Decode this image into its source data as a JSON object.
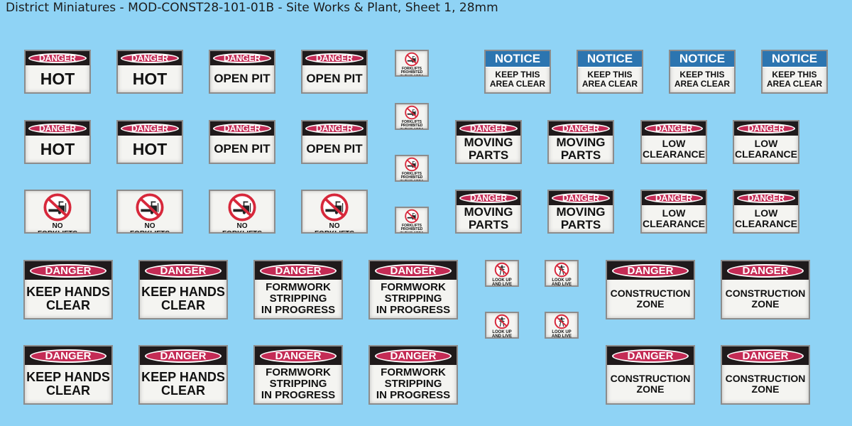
{
  "title": "District Miniatures - MOD-CONST28-101-01B - Site Works & Plant, Sheet 1, 28mm",
  "colors": {
    "background": "#8fd3f5",
    "danger_oval": "#c42b55",
    "danger_head": "#1f1a1b",
    "notice_bar": "#2c75b0",
    "prohibit_red": "#d7283b"
  },
  "labels": {
    "danger": "DANGER",
    "notice": "NOTICE",
    "hot": "HOT",
    "open_pit": "OPEN PIT",
    "moving_parts": "MOVING\nPARTS",
    "low_clearance": "LOW\nCLEARANCE",
    "keep_clear": "KEEP THIS\nAREA CLEAR",
    "no_forklifts": "NO\nFORKLIFTS",
    "forklifts_prohibited": "FORKLIFTS\nPROHIBITED\nIN THIS AREA",
    "look_up": "LOOK UP\nAND LIVE",
    "keep_hands": "KEEP HANDS\nCLEAR",
    "formwork": "FORMWORK\nSTRIPPING\nIN PROGRESS",
    "construction_zone": "CONSTRUCTION\nZONE"
  },
  "icons": {
    "forklift": "no-forklift-icon",
    "powerline": "no-powerline-icon"
  }
}
